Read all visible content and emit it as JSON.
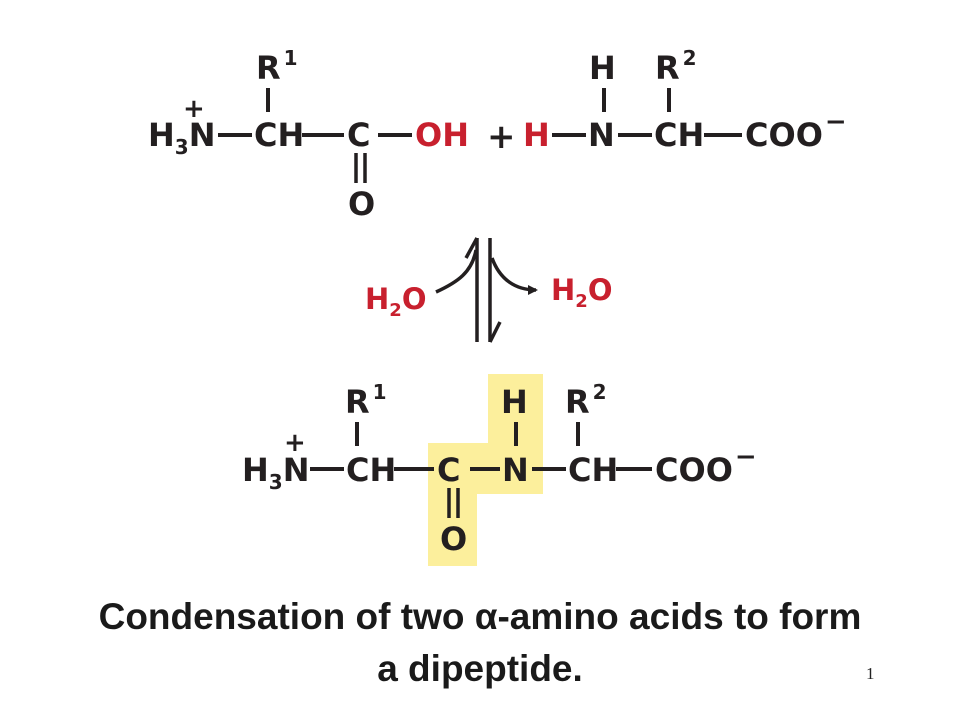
{
  "colors": {
    "atom": "#231f20",
    "highlight_red": "#c8202e",
    "peptide_highlight": "#fcef9c"
  },
  "reactant1": {
    "r": "R",
    "r_sup": "1",
    "h3": "H",
    "h3_sub": "3",
    "h3_n": "N",
    "plus": "+",
    "ch": "CH",
    "c": "C",
    "oh": "OH",
    "o": "O"
  },
  "plus_sign": "+",
  "reactant2": {
    "h_top": "H",
    "r": "R",
    "r_sup": "2",
    "h_left": "H",
    "n": "N",
    "ch": "CH",
    "coo": "COO",
    "minus": "−"
  },
  "water": {
    "left_h": "H",
    "left_sub": "2",
    "left_o": "O",
    "right_h": "H",
    "right_sub": "2",
    "right_o": "O"
  },
  "product": {
    "r1": "R",
    "r1_sup": "1",
    "h3": "H",
    "h3_sub": "3",
    "h3_n": "N",
    "plus": "+",
    "ch1": "CH",
    "c": "C",
    "o": "O",
    "h_top": "H",
    "n": "N",
    "r2": "R",
    "r2_sup": "2",
    "ch2": "CH",
    "coo": "COO",
    "minus": "−"
  },
  "caption": {
    "line1_before": "Condensation of two ",
    "alpha": "α",
    "line1_after": "-amino acids to form",
    "line2": "a dipeptide."
  },
  "slide_number": "1"
}
